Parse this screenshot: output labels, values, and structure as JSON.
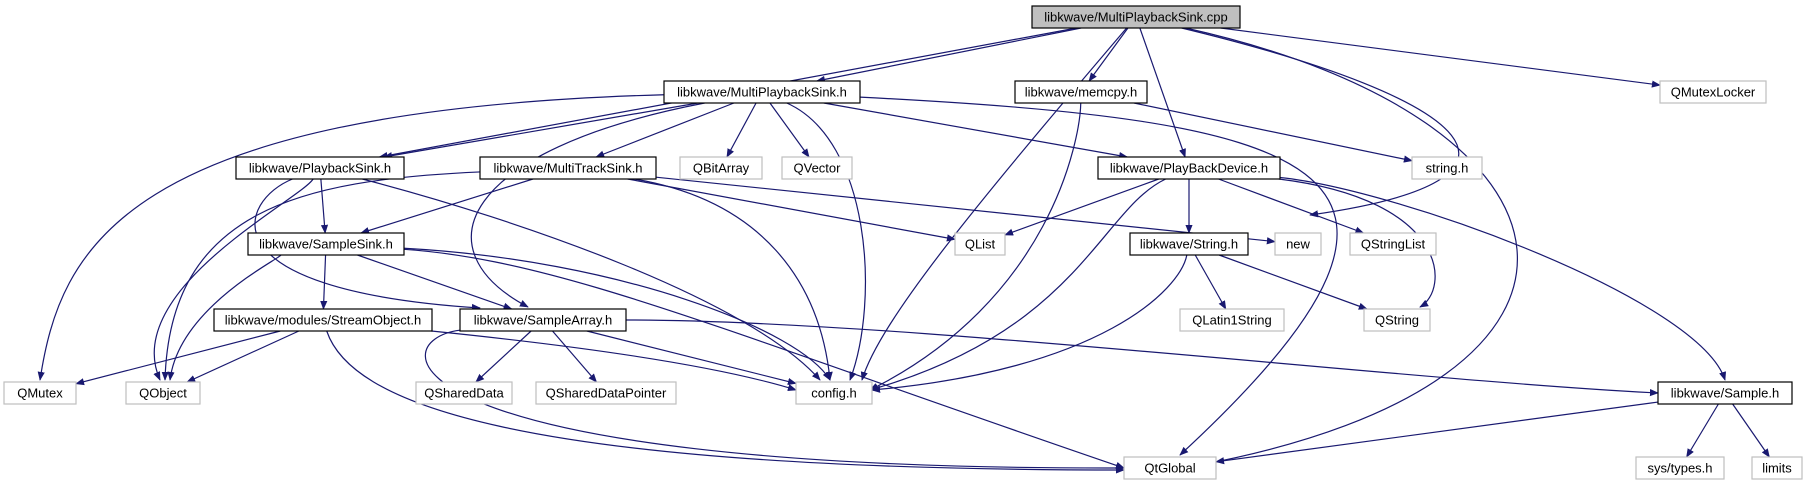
{
  "colors": {
    "edge": "#191970",
    "root_fill": "#bfbfbf",
    "documented_border": "#000000",
    "external_border": "#bfbfbf",
    "label": "#000000"
  },
  "graph": {
    "root": "libkwave/MultiPlaybackSink.cpp",
    "nodes": [
      {
        "id": "n0",
        "label": "libkwave/MultiPlaybackSink.cpp",
        "kind": "root"
      },
      {
        "id": "n1",
        "label": "libkwave/MultiPlaybackSink.h",
        "kind": "documented"
      },
      {
        "id": "n2",
        "label": "libkwave/memcpy.h",
        "kind": "documented"
      },
      {
        "id": "n3",
        "label": "QMutexLocker",
        "kind": "external"
      },
      {
        "id": "n4",
        "label": "libkwave/PlaybackSink.h",
        "kind": "documented"
      },
      {
        "id": "n5",
        "label": "libkwave/MultiTrackSink.h",
        "kind": "documented"
      },
      {
        "id": "n6",
        "label": "QBitArray",
        "kind": "external"
      },
      {
        "id": "n7",
        "label": "QVector",
        "kind": "external"
      },
      {
        "id": "n8",
        "label": "libkwave/PlayBackDevice.h",
        "kind": "documented"
      },
      {
        "id": "n9",
        "label": "string.h",
        "kind": "external"
      },
      {
        "id": "n10",
        "label": "libkwave/SampleSink.h",
        "kind": "documented"
      },
      {
        "id": "n11",
        "label": "QList",
        "kind": "external"
      },
      {
        "id": "n12",
        "label": "new",
        "kind": "external"
      },
      {
        "id": "n13",
        "label": "QStringList",
        "kind": "external"
      },
      {
        "id": "n14",
        "label": "libkwave/String.h",
        "kind": "documented"
      },
      {
        "id": "n15",
        "label": "libkwave/modules/StreamObject.h",
        "kind": "documented"
      },
      {
        "id": "n16",
        "label": "libkwave/SampleArray.h",
        "kind": "documented"
      },
      {
        "id": "n17",
        "label": "QLatin1String",
        "kind": "external"
      },
      {
        "id": "n18",
        "label": "QString",
        "kind": "external"
      },
      {
        "id": "n19",
        "label": "QMutex",
        "kind": "external"
      },
      {
        "id": "n20",
        "label": "QObject",
        "kind": "external"
      },
      {
        "id": "n21",
        "label": "QSharedData",
        "kind": "external"
      },
      {
        "id": "n22",
        "label": "QSharedDataPointer",
        "kind": "external"
      },
      {
        "id": "n23",
        "label": "config.h",
        "kind": "external"
      },
      {
        "id": "n24",
        "label": "libkwave/Sample.h",
        "kind": "documented"
      },
      {
        "id": "n25",
        "label": "QtGlobal",
        "kind": "external"
      },
      {
        "id": "n26",
        "label": "sys/types.h",
        "kind": "external"
      },
      {
        "id": "n27",
        "label": "limits",
        "kind": "external"
      }
    ],
    "edges": [
      [
        "n0",
        "n1"
      ],
      [
        "n0",
        "n2"
      ],
      [
        "n0",
        "n3"
      ],
      [
        "n0",
        "n4"
      ],
      [
        "n0",
        "n8"
      ],
      [
        "n0",
        "n12"
      ],
      [
        "n0",
        "n23"
      ],
      [
        "n0",
        "n25"
      ],
      [
        "n1",
        "n4"
      ],
      [
        "n1",
        "n5"
      ],
      [
        "n1",
        "n6"
      ],
      [
        "n1",
        "n7"
      ],
      [
        "n1",
        "n8"
      ],
      [
        "n1",
        "n16"
      ],
      [
        "n1",
        "n19"
      ],
      [
        "n1",
        "n23"
      ],
      [
        "n1",
        "n25"
      ],
      [
        "n2",
        "n9"
      ],
      [
        "n2",
        "n23"
      ],
      [
        "n4",
        "n10"
      ],
      [
        "n4",
        "n16"
      ],
      [
        "n4",
        "n20"
      ],
      [
        "n4",
        "n23"
      ],
      [
        "n5",
        "n10"
      ],
      [
        "n5",
        "n11"
      ],
      [
        "n5",
        "n12"
      ],
      [
        "n5",
        "n20"
      ],
      [
        "n5",
        "n23"
      ],
      [
        "n8",
        "n11"
      ],
      [
        "n8",
        "n13"
      ],
      [
        "n8",
        "n14"
      ],
      [
        "n8",
        "n18"
      ],
      [
        "n8",
        "n24"
      ],
      [
        "n8",
        "n23"
      ],
      [
        "n10",
        "n15"
      ],
      [
        "n10",
        "n16"
      ],
      [
        "n10",
        "n20"
      ],
      [
        "n10",
        "n23"
      ],
      [
        "n10",
        "n25"
      ],
      [
        "n14",
        "n17"
      ],
      [
        "n14",
        "n18"
      ],
      [
        "n14",
        "n23"
      ],
      [
        "n15",
        "n19"
      ],
      [
        "n15",
        "n20"
      ],
      [
        "n15",
        "n23"
      ],
      [
        "n15",
        "n25"
      ],
      [
        "n16",
        "n21"
      ],
      [
        "n16",
        "n22"
      ],
      [
        "n16",
        "n23"
      ],
      [
        "n16",
        "n24"
      ],
      [
        "n16",
        "n25"
      ],
      [
        "n24",
        "n25"
      ],
      [
        "n24",
        "n26"
      ],
      [
        "n24",
        "n27"
      ]
    ]
  }
}
